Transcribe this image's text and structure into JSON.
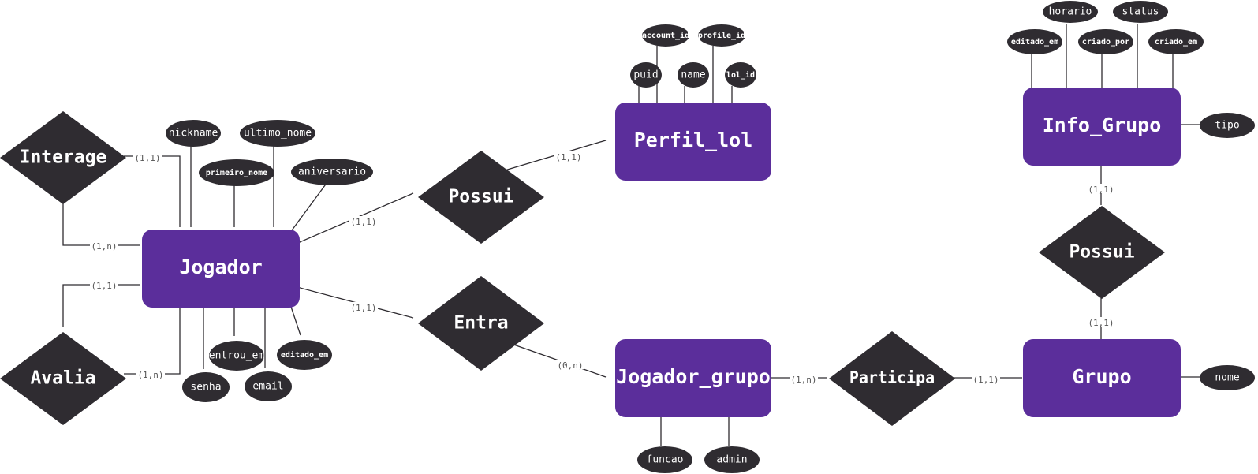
{
  "colors": {
    "entity_fill": "#5b2e9b",
    "shape_fill": "#2f2c31",
    "line": "#2f2c31",
    "text": "#ffffff",
    "cardinality_text": "#555555"
  },
  "entities": {
    "jogador": "Jogador",
    "perfil_lol": "Perfil_lol",
    "info_grupo": "Info_Grupo",
    "jogador_grupo": "Jogador_grupo",
    "grupo": "Grupo"
  },
  "relationships": {
    "interage": "Interage",
    "avalia": "Avalia",
    "possui_perfil": "Possui",
    "entra": "Entra",
    "possui_grupo": "Possui",
    "participa": "Participa"
  },
  "attributes": {
    "nickname": "nickname",
    "ultimo_nome": "ultimo_nome",
    "primeiro_nome": "primeiro_nome",
    "aniversario": "aniversario",
    "entrou_em": "entrou_em",
    "editado_em_jogador": "editado_em",
    "senha": "senha",
    "email": "email",
    "account_id": "account_id",
    "profile_id": "profile_id",
    "puid": "puid",
    "name": "name",
    "lol_id": "lol_id",
    "horario": "horario",
    "status": "status",
    "editado_em_info": "editado_em",
    "criado_por": "criado_por",
    "criado_em": "criado_em",
    "tipo": "tipo",
    "funcao": "funcao",
    "admin": "admin",
    "nome": "nome"
  },
  "cardinalities": {
    "interage_top": "(1,1)",
    "interage_bottom": "(1,n)",
    "avalia_top": "(1,1)",
    "avalia_right": "(1,n)",
    "possui_jogador": "(1,1)",
    "possui_perfil": "(1,1)",
    "entra_jogador": "(1,1)",
    "entra_jogador_grupo": "(0,n)",
    "participa_jogador_grupo": "(1,n)",
    "participa_grupo": "(1,1)",
    "possui_info_grupo": "(1,1)",
    "possui_grupo_grupo": "(1,1)"
  }
}
